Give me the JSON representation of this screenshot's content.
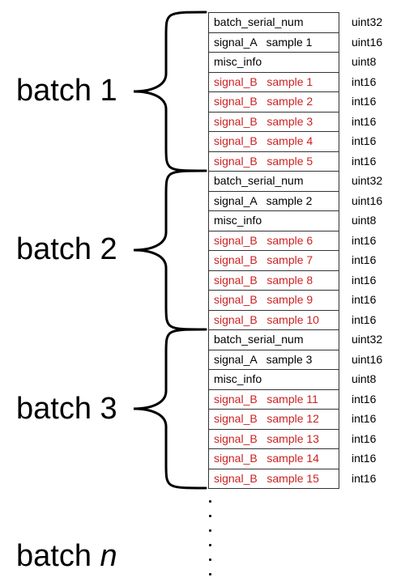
{
  "batches": [
    {
      "label": "batch 1",
      "rows": [
        {
          "text": "batch_serial_num",
          "dtype": "uint32",
          "color": "#000000"
        },
        {
          "text": "signal_A   sample 1",
          "dtype": "uint16",
          "color": "#000000"
        },
        {
          "text": "misc_info",
          "dtype": "uint8",
          "color": "#000000"
        },
        {
          "text": "signal_B   sample 1",
          "dtype": "int16",
          "color": "#cc2222"
        },
        {
          "text": "signal_B   sample 2",
          "dtype": "int16",
          "color": "#cc2222"
        },
        {
          "text": "signal_B   sample 3",
          "dtype": "int16",
          "color": "#cc2222"
        },
        {
          "text": "signal_B   sample 4",
          "dtype": "int16",
          "color": "#cc2222"
        },
        {
          "text": "signal_B   sample 5",
          "dtype": "int16",
          "color": "#cc2222"
        }
      ]
    },
    {
      "label": "batch 2",
      "rows": [
        {
          "text": "batch_serial_num",
          "dtype": "uint32",
          "color": "#000000"
        },
        {
          "text": "signal_A   sample 2",
          "dtype": "uint16",
          "color": "#000000"
        },
        {
          "text": "misc_info",
          "dtype": "uint8",
          "color": "#000000"
        },
        {
          "text": "signal_B   sample 6",
          "dtype": "int16",
          "color": "#cc2222"
        },
        {
          "text": "signal_B   sample 7",
          "dtype": "int16",
          "color": "#cc2222"
        },
        {
          "text": "signal_B   sample 8",
          "dtype": "int16",
          "color": "#cc2222"
        },
        {
          "text": "signal_B   sample 9",
          "dtype": "int16",
          "color": "#cc2222"
        },
        {
          "text": "signal_B   sample 10",
          "dtype": "int16",
          "color": "#cc2222"
        }
      ]
    },
    {
      "label": "batch 3",
      "rows": [
        {
          "text": "batch_serial_num",
          "dtype": "uint32",
          "color": "#000000"
        },
        {
          "text": "signal_A   sample 3",
          "dtype": "uint16",
          "color": "#000000"
        },
        {
          "text": "misc_info",
          "dtype": "uint8",
          "color": "#000000"
        },
        {
          "text": "signal_B   sample 11",
          "dtype": "int16",
          "color": "#cc2222"
        },
        {
          "text": "signal_B   sample 12",
          "dtype": "int16",
          "color": "#cc2222"
        },
        {
          "text": "signal_B   sample 13",
          "dtype": "int16",
          "color": "#cc2222"
        },
        {
          "text": "signal_B   sample 14",
          "dtype": "int16",
          "color": "#cc2222"
        },
        {
          "text": "signal_B   sample 15",
          "dtype": "int16",
          "color": "#cc2222"
        }
      ]
    }
  ],
  "batch_n": {
    "prefix": "batch ",
    "variable": "n"
  },
  "colors": {
    "black_text": "#000000",
    "signal_b_text": "#cc2222",
    "border": "#333333"
  }
}
